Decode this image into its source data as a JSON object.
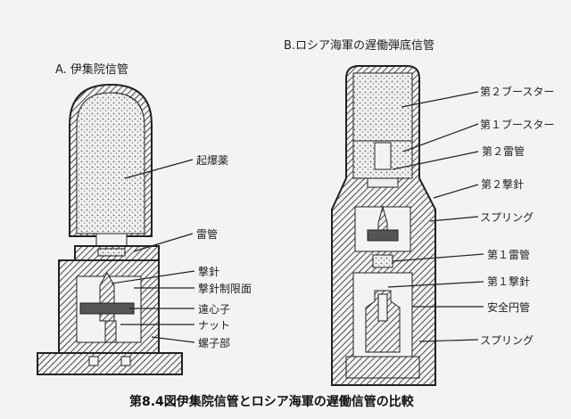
{
  "fuse_a": {
    "title": "A. 伊集院信管",
    "labels": [
      "起爆薬",
      "雷管",
      "撃針",
      "撃針制限面",
      "遠心子",
      "ナット",
      "螺子部"
    ]
  },
  "fuse_b": {
    "title": "B.ロシア海軍の遅働弾底信管",
    "labels": [
      "第２ブースター",
      "第１ブースター",
      "第２雷管",
      "第２撃針",
      "スプリング",
      "第１雷管",
      "第１撃針",
      "安全円管",
      "スプリング"
    ]
  },
  "caption": "第8.4図伊集院信管とロシア海軍の遅働信管の比較"
}
